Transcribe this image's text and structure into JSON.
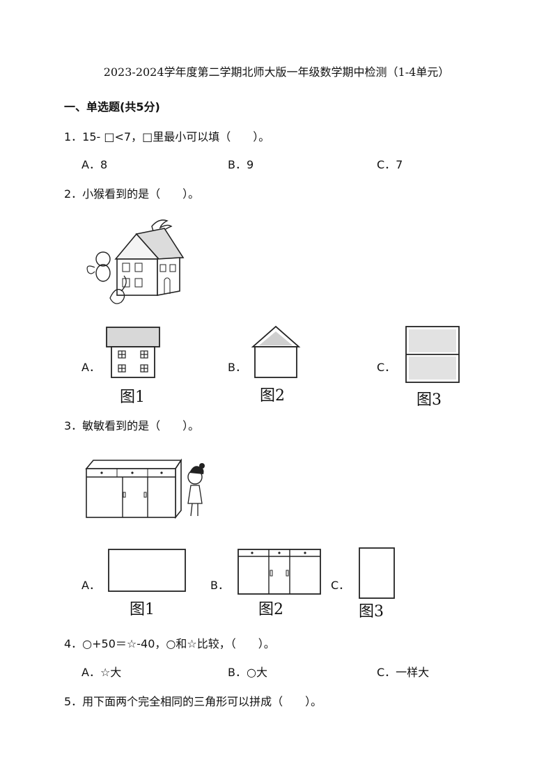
{
  "title": "2023-2024学年度第二学期北师大版一年级数学期中检测（1-4单元）",
  "section": "一、单选题(共5分)",
  "q1": {
    "stem": "1．15- □<7，□里最小可以填（　　）。",
    "options": [
      "A．8",
      "B．9",
      "C．7"
    ]
  },
  "q2": {
    "stem": "2．小猴看到的是（　　）。",
    "options": [
      "A．",
      "B．",
      "C．"
    ],
    "figs": [
      "图1",
      "图2",
      "图3"
    ]
  },
  "q3": {
    "stem": "3．敏敏看到的是（　　）。",
    "options": [
      "A．",
      "B．",
      "C．"
    ],
    "figs": [
      "图1",
      "图2",
      "图3"
    ]
  },
  "q4": {
    "stem": "4．○+50＝☆-40，○和☆比较，（　　）。",
    "options": [
      "A．☆大",
      "B．○大",
      "C．一样大"
    ]
  },
  "q5": {
    "stem": "5．用下面两个完全相同的三角形可以拼成（　　）。"
  }
}
